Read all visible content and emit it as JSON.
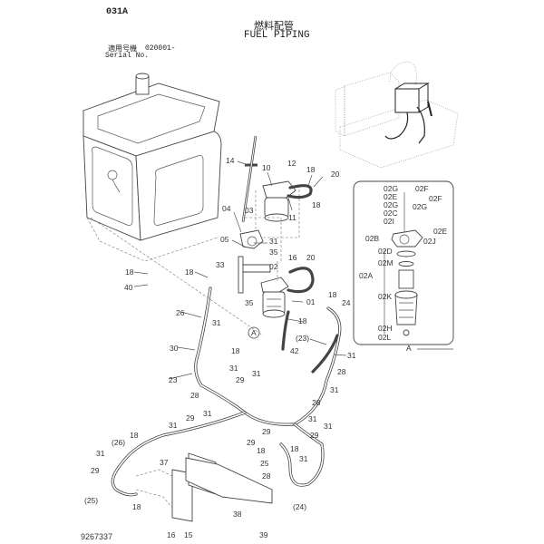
{
  "header": {
    "page_code": "031A",
    "title_jp": "燃料配管",
    "title_en": "FUEL PIPING",
    "serial_label_jp": "適用号機",
    "serial_value": "020001-",
    "serial_label_en": "Serial No."
  },
  "footer": {
    "drawing_number": "9267337"
  },
  "detail_box": {
    "caption": "A",
    "labels": [
      "02G",
      "02F",
      "02E",
      "02G",
      "02C",
      "02I",
      "02G",
      "02F",
      "02E",
      "02B",
      "02J",
      "02D",
      "02M",
      "02A",
      "02K",
      "02H",
      "02L"
    ]
  },
  "callout_A": "A",
  "labels": {
    "p14": "14",
    "p10": "10",
    "p12": "12",
    "p18a": "18",
    "p20a": "20",
    "p18b": "18",
    "p11": "11",
    "p04": "04",
    "p03": "03",
    "p05": "05",
    "p31a": "31",
    "p35a": "35",
    "p33": "33",
    "p35b": "35",
    "p02": "02",
    "p16a": "16",
    "p20b": "20",
    "p01": "01",
    "p18c": "18",
    "p18d": "18",
    "p40": "40",
    "p18e": "18",
    "p26": "26",
    "p31b": "31",
    "p30": "30",
    "p18f": "18",
    "p42": "42",
    "p18g": "18",
    "p24": "24",
    "p23p": "(23)",
    "p31c": "31",
    "p28a": "28",
    "p23": "23",
    "p31d": "31",
    "p28b": "28",
    "p29a": "29",
    "p31e": "31",
    "p28c": "28",
    "p31f": "31",
    "p31g": "31",
    "p29b": "29",
    "p31h": "31",
    "p29c": "29",
    "p29d": "29",
    "p31i": "31",
    "p31j": "31",
    "p29e": "29",
    "p18h": "18",
    "p26p": "(26)",
    "p31k": "31",
    "p29f": "29",
    "p25p": "(25)",
    "p18i": "18",
    "p37": "37",
    "p18j": "18",
    "p18k": "18",
    "p25": "25",
    "p31l": "31",
    "p28d": "28",
    "p24p": "(24)",
    "p16b": "16",
    "p15": "15",
    "p38": "38",
    "p39": "39"
  }
}
